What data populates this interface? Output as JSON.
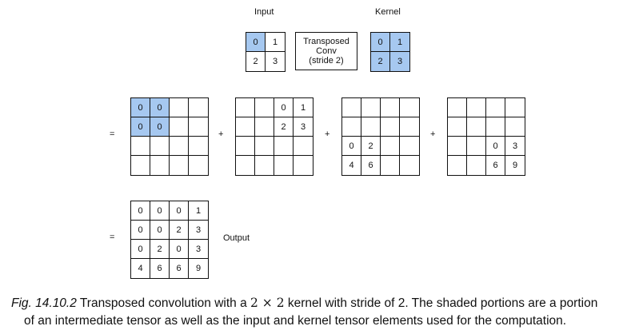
{
  "labels": {
    "input": "Input",
    "kernel": "Kernel",
    "output": "Output"
  },
  "operation_box": {
    "line1": "Transposed",
    "line2": "Conv",
    "line3": "(stride 2)"
  },
  "operators": {
    "equals": "=",
    "plus": "+"
  },
  "colors": {
    "shaded": "#a6c8f0",
    "border": "#111111"
  },
  "input_grid": {
    "cells": [
      [
        "0",
        "1"
      ],
      [
        "2",
        "3"
      ]
    ],
    "shaded": [
      [
        true,
        false
      ],
      [
        false,
        false
      ]
    ]
  },
  "kernel_grid": {
    "cells": [
      [
        "0",
        "1"
      ],
      [
        "2",
        "3"
      ]
    ],
    "shaded": [
      [
        true,
        true
      ],
      [
        true,
        true
      ]
    ]
  },
  "partial_grids": [
    {
      "cells": [
        [
          "0",
          "0",
          "",
          ""
        ],
        [
          "0",
          "0",
          "",
          ""
        ],
        [
          "",
          "",
          "",
          ""
        ],
        [
          "",
          "",
          "",
          ""
        ]
      ],
      "shaded": [
        [
          true,
          true,
          false,
          false
        ],
        [
          true,
          true,
          false,
          false
        ],
        [
          false,
          false,
          false,
          false
        ],
        [
          false,
          false,
          false,
          false
        ]
      ]
    },
    {
      "cells": [
        [
          "",
          "",
          "0",
          "1"
        ],
        [
          "",
          "",
          "2",
          "3"
        ],
        [
          "",
          "",
          "",
          ""
        ],
        [
          "",
          "",
          "",
          ""
        ]
      ],
      "shaded": [
        [
          false,
          false,
          false,
          false
        ],
        [
          false,
          false,
          false,
          false
        ],
        [
          false,
          false,
          false,
          false
        ],
        [
          false,
          false,
          false,
          false
        ]
      ]
    },
    {
      "cells": [
        [
          "",
          "",
          "",
          ""
        ],
        [
          "",
          "",
          "",
          ""
        ],
        [
          "0",
          "2",
          "",
          ""
        ],
        [
          "4",
          "6",
          "",
          ""
        ]
      ],
      "shaded": [
        [
          false,
          false,
          false,
          false
        ],
        [
          false,
          false,
          false,
          false
        ],
        [
          false,
          false,
          false,
          false
        ],
        [
          false,
          false,
          false,
          false
        ]
      ]
    },
    {
      "cells": [
        [
          "",
          "",
          "",
          ""
        ],
        [
          "",
          "",
          "",
          ""
        ],
        [
          "",
          "",
          "0",
          "3"
        ],
        [
          "",
          "",
          "6",
          "9"
        ]
      ],
      "shaded": [
        [
          false,
          false,
          false,
          false
        ],
        [
          false,
          false,
          false,
          false
        ],
        [
          false,
          false,
          false,
          false
        ],
        [
          false,
          false,
          false,
          false
        ]
      ]
    }
  ],
  "output_grid": {
    "cells": [
      [
        "0",
        "0",
        "0",
        "1"
      ],
      [
        "0",
        "0",
        "2",
        "3"
      ],
      [
        "0",
        "2",
        "0",
        "3"
      ],
      [
        "4",
        "6",
        "6",
        "9"
      ]
    ],
    "shaded": [
      [
        false,
        false,
        false,
        false
      ],
      [
        false,
        false,
        false,
        false
      ],
      [
        false,
        false,
        false,
        false
      ],
      [
        false,
        false,
        false,
        false
      ]
    ]
  },
  "caption": {
    "fig_label": "Fig. 14.10.2",
    "text_before": "Transposed convolution with a",
    "math": "2 × 2",
    "text_after_line1": "kernel with stride of 2. The shaded portions are a portion",
    "text_line2": "of an intermediate tensor as well as the input and kernel tensor elements used for the computation."
  }
}
